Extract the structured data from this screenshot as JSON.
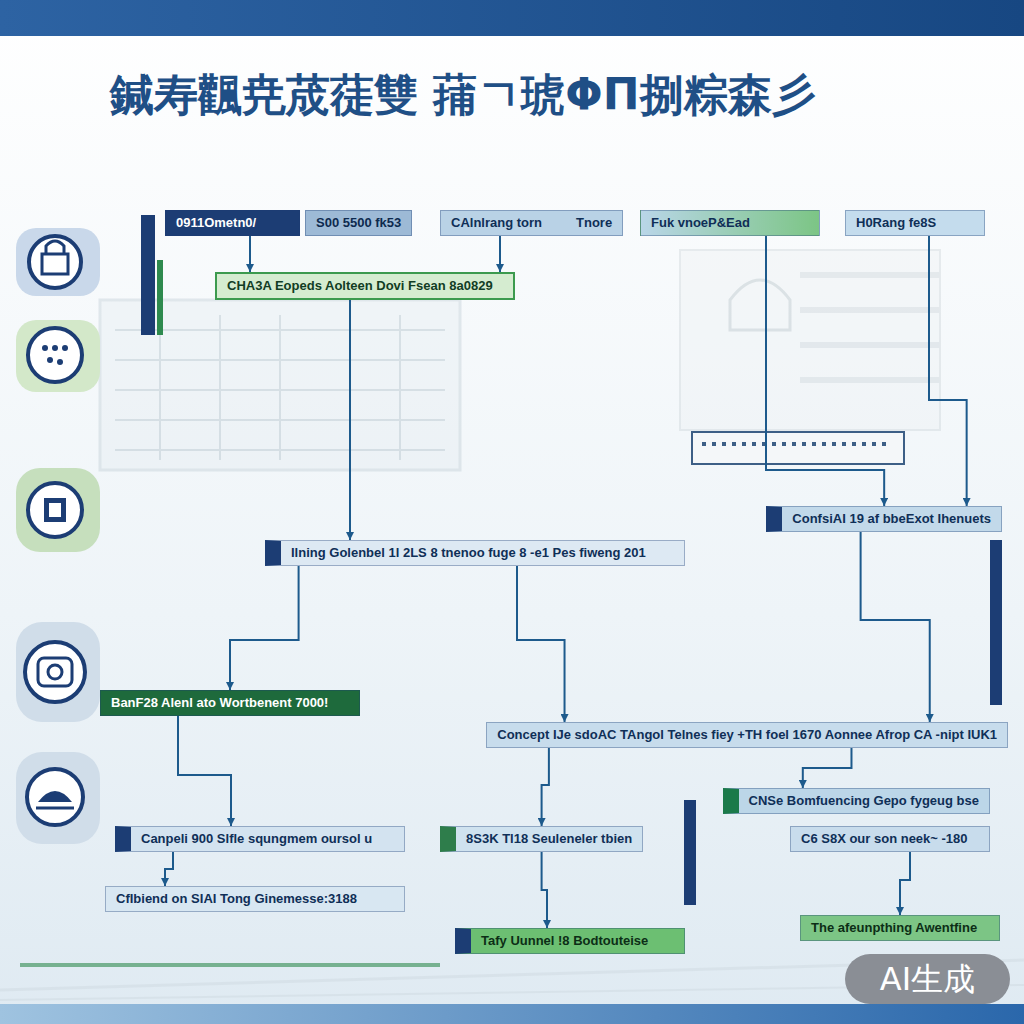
{
  "diagram": {
    "title": "鍼寿飌尭荿蓗雙 蒱ㄱ琥ΦΠ捌粽森彡",
    "nodes": [
      {
        "text": [
          "0911Ometn0/"
        ]
      },
      {
        "text": [
          "S00 5500 fk53"
        ]
      },
      {
        "text": [
          "CAlnlrang torn",
          "Tnore"
        ]
      },
      {
        "text": [
          "Fuk vnoeP&Ead"
        ]
      },
      {
        "text": [
          "H0Rang fe8S"
        ]
      },
      {
        "text": [
          "CHA3A Eopeds Aolteen Dovi Fsean 8a0829"
        ]
      },
      {
        "text": [
          "ConfsiAI 19 af bbeExot Ihenuets"
        ]
      },
      {
        "text": [
          "Ilning Golenbel 1l 2LS 8 tnenoo fuge 8 -e1 Pes fiweng 201"
        ]
      },
      {
        "text": [
          "BanF28 Alenl ato Wortbenent 7000!"
        ]
      },
      {
        "text": [
          "Concept IJe sdoAC TAngol Telnes fiey +TH foel 1670 Aonnee Afrop CA -nipt IUK1"
        ]
      },
      {
        "text": [
          "CNSe Bomfuencing Gepo fygeug bse"
        ]
      },
      {
        "text": [
          "Canpeli 900 Slfle squngmem oursol u"
        ]
      },
      {
        "text": [
          "8S3K Tl18 Seuleneler tbien"
        ]
      },
      {
        "text": [
          "C6 S8X our son neek~ -180"
        ]
      },
      {
        "text": [
          "CfIbiend on SIAI Tong Ginemesse:3188"
        ]
      },
      {
        "text": [
          "Tafy Uunnel !8 Bodtouteise"
        ]
      },
      {
        "text": [
          "The afeunpthing Awentfine"
        ]
      }
    ],
    "edges": [
      {
        "from": 0,
        "to": 5,
        "arrow": "to"
      },
      {
        "from": 2,
        "to": 5,
        "arrow": "to"
      },
      {
        "from": 5,
        "to": 7,
        "arrow": "to"
      },
      {
        "from": 3,
        "to": 6,
        "arrow": "to"
      },
      {
        "from": 4,
        "to": 6,
        "arrow": "to"
      },
      {
        "from": 7,
        "to": 9,
        "arrow": "to"
      },
      {
        "from": 7,
        "to": 8,
        "arrow": "to"
      },
      {
        "from": 9,
        "to": 10,
        "arrow": "to"
      },
      {
        "from": 6,
        "to": 9,
        "arrow": "to"
      },
      {
        "from": 8,
        "to": 11,
        "arrow": "to"
      },
      {
        "from": 9,
        "to": 12,
        "arrow": "to"
      },
      {
        "from": 11,
        "to": 14,
        "arrow": "to"
      },
      {
        "from": 12,
        "to": 15,
        "arrow": "to"
      },
      {
        "from": 13,
        "to": 16,
        "arrow": "to"
      }
    ],
    "labels": [
      "AI生成"
    ]
  }
}
